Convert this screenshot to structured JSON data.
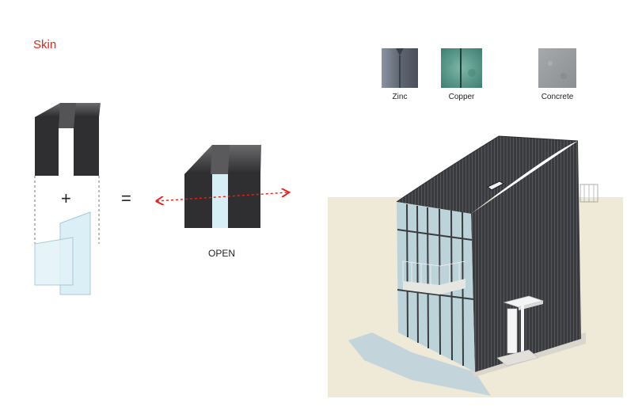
{
  "title": "Skin",
  "operators": {
    "plus": "+",
    "equals": "="
  },
  "caption": "OPEN",
  "materials": [
    {
      "label": "Zinc"
    },
    {
      "label": "Copper"
    },
    {
      "label": "Concrete"
    }
  ],
  "colors": {
    "title": "#e3241b",
    "arrow": "#e3241b",
    "dark_volume": "#2f2f31",
    "glass": "#d7eef6",
    "ground": "#efe9d8"
  }
}
